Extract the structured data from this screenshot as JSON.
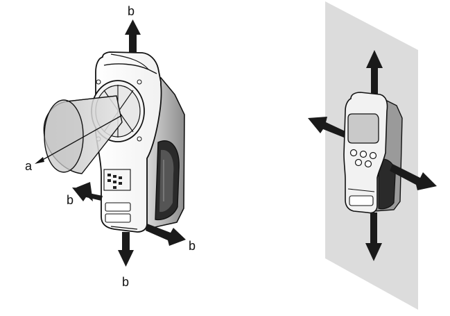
{
  "figure_left": {
    "labels": {
      "a": "a",
      "b_top": "b",
      "b_left": "b",
      "b_right": "b",
      "b_bottom": "b"
    }
  },
  "colors": {
    "ink": "#111111",
    "wall": "#dcdcdc",
    "cone": "#cfcfcf",
    "arrow": "#1a1a1a",
    "screen": "#c9c9c9"
  }
}
